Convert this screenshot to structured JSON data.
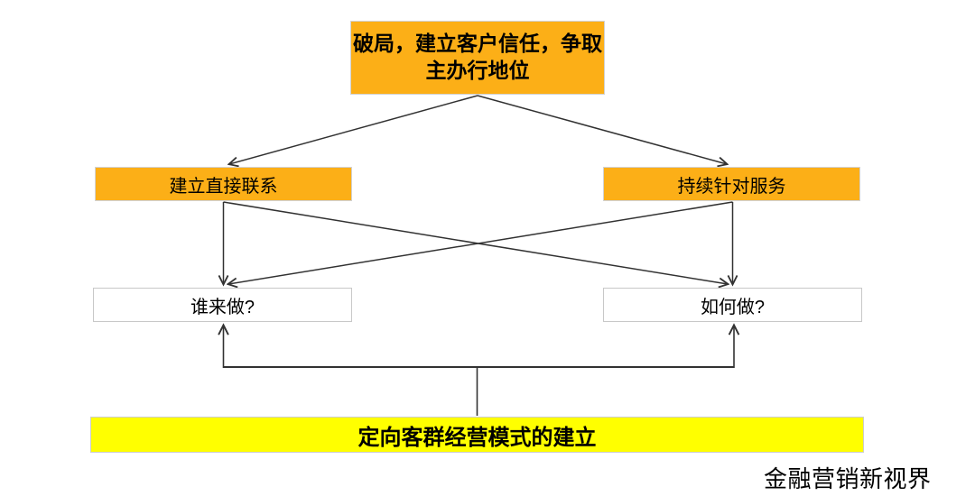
{
  "diagram": {
    "top_box": {
      "line1": "破局，建立客户信任，争取",
      "line2": "主办行地位"
    },
    "left_branch": "建立直接联系",
    "right_branch": "持续针对服务",
    "left_question": "谁来做?",
    "right_question": "如何做?",
    "bottom_box": "定向客群经营模式的建立",
    "watermark": "金融营销新视界",
    "colors": {
      "orange_fill": "#FCAF17",
      "yellow_fill": "#FFFF00",
      "box_border": "#CCCCCC",
      "arrow_line": "#323232",
      "text": "#000000"
    }
  }
}
